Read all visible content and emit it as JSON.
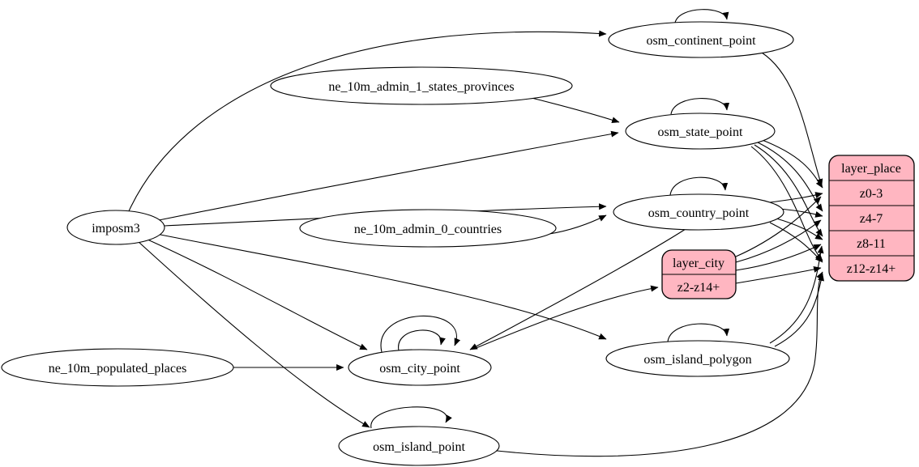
{
  "diagram": {
    "kind": "etl-dependency-graph",
    "background_color": "#ffffff",
    "edge_color": "#000000",
    "table_fill_color": "#ffffff",
    "layer_fill_color": "#ffb6c1",
    "nodes": {
      "imposm3": {
        "label": "imposm3",
        "shape": "ellipse"
      },
      "ne_10m_admin_1_states_provinces": {
        "label": "ne_10m_admin_1_states_provinces",
        "shape": "ellipse"
      },
      "ne_10m_admin_0_countries": {
        "label": "ne_10m_admin_0_countries",
        "shape": "ellipse"
      },
      "ne_10m_populated_places": {
        "label": "ne_10m_populated_places",
        "shape": "ellipse"
      },
      "osm_continent_point": {
        "label": "osm_continent_point",
        "shape": "ellipse",
        "self_loops": 1
      },
      "osm_state_point": {
        "label": "osm_state_point",
        "shape": "ellipse",
        "self_loops": 1
      },
      "osm_country_point": {
        "label": "osm_country_point",
        "shape": "ellipse",
        "self_loops": 1
      },
      "osm_city_point": {
        "label": "osm_city_point",
        "shape": "ellipse",
        "self_loops": 2
      },
      "osm_island_polygon": {
        "label": "osm_island_polygon",
        "shape": "ellipse",
        "self_loops": 1
      },
      "osm_island_point": {
        "label": "osm_island_point",
        "shape": "ellipse",
        "self_loops": 1
      }
    },
    "layer_nodes": {
      "layer_place": {
        "title": "layer_place",
        "rows": [
          "z0-3",
          "z4-7",
          "z8-11",
          "z12-z14+"
        ]
      },
      "layer_city": {
        "title": "layer_city",
        "rows": [
          "z2-z14+"
        ]
      }
    },
    "edges": [
      {
        "from": "imposm3",
        "to": "osm_continent_point"
      },
      {
        "from": "imposm3",
        "to": "osm_state_point"
      },
      {
        "from": "imposm3",
        "to": "osm_country_point"
      },
      {
        "from": "imposm3",
        "to": "osm_city_point"
      },
      {
        "from": "imposm3",
        "to": "osm_island_polygon"
      },
      {
        "from": "imposm3",
        "to": "osm_island_point"
      },
      {
        "from": "ne_10m_admin_1_states_provinces",
        "to": "osm_state_point"
      },
      {
        "from": "ne_10m_admin_0_countries",
        "to": "osm_country_point"
      },
      {
        "from": "ne_10m_populated_places",
        "to": "osm_city_point"
      },
      {
        "from": "osm_continent_point",
        "to": "osm_continent_point"
      },
      {
        "from": "osm_state_point",
        "to": "osm_state_point"
      },
      {
        "from": "osm_country_point",
        "to": "osm_country_point"
      },
      {
        "from": "osm_city_point",
        "to": "osm_city_point"
      },
      {
        "from": "osm_city_point",
        "to": "osm_city_point"
      },
      {
        "from": "osm_island_polygon",
        "to": "osm_island_polygon"
      },
      {
        "from": "osm_island_point",
        "to": "osm_island_point"
      },
      {
        "from": "osm_country_point",
        "to": "osm_city_point"
      },
      {
        "from": "osm_city_point",
        "to": "layer_city:z2-z14+"
      },
      {
        "from": "osm_continent_point",
        "to": "layer_place:z0-3"
      },
      {
        "from": "osm_state_point",
        "to": "layer_place:z0-3"
      },
      {
        "from": "osm_state_point",
        "to": "layer_place:z4-7"
      },
      {
        "from": "osm_state_point",
        "to": "layer_place:z8-11"
      },
      {
        "from": "osm_state_point",
        "to": "layer_place:z12-z14+"
      },
      {
        "from": "osm_country_point",
        "to": "layer_place:z0-3"
      },
      {
        "from": "osm_country_point",
        "to": "layer_place:z4-7"
      },
      {
        "from": "osm_country_point",
        "to": "layer_place:z8-11"
      },
      {
        "from": "osm_country_point",
        "to": "layer_place:z12-z14+"
      },
      {
        "from": "layer_city",
        "to": "layer_place:z0-3"
      },
      {
        "from": "layer_city",
        "to": "layer_place:z4-7"
      },
      {
        "from": "layer_city",
        "to": "layer_place:z8-11"
      },
      {
        "from": "layer_city",
        "to": "layer_place:z12-z14+"
      },
      {
        "from": "osm_island_polygon",
        "to": "layer_place:z8-11"
      },
      {
        "from": "osm_island_polygon",
        "to": "layer_place:z12-z14+"
      },
      {
        "from": "osm_island_point",
        "to": "layer_place:z12-z14+"
      }
    ]
  }
}
